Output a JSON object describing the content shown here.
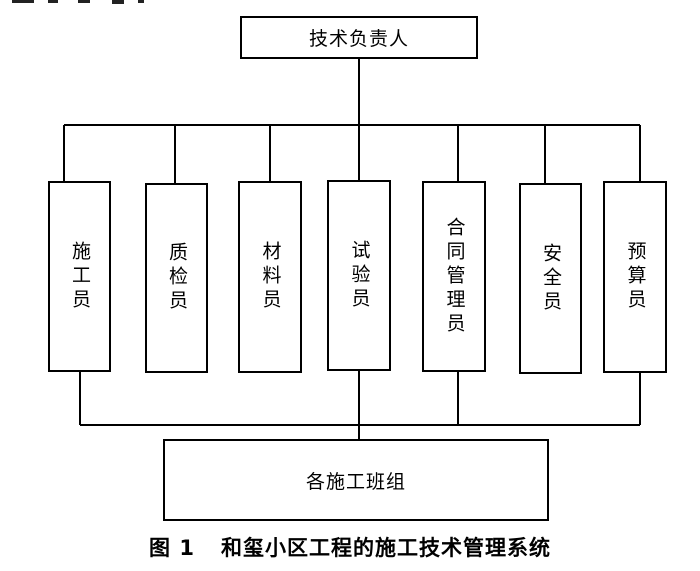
{
  "top_box": {
    "label": "技术负责人"
  },
  "roles": [
    {
      "label": "施工员"
    },
    {
      "label": "质检员"
    },
    {
      "label": "材料员"
    },
    {
      "label": "试验员"
    },
    {
      "label": "合同管理员"
    },
    {
      "label": "安全员"
    },
    {
      "label": "预算员"
    }
  ],
  "bottom_box": {
    "label": "各施工班组"
  },
  "caption": {
    "number": "图 1",
    "title": "和玺小区工程的施工技术管理系统"
  }
}
